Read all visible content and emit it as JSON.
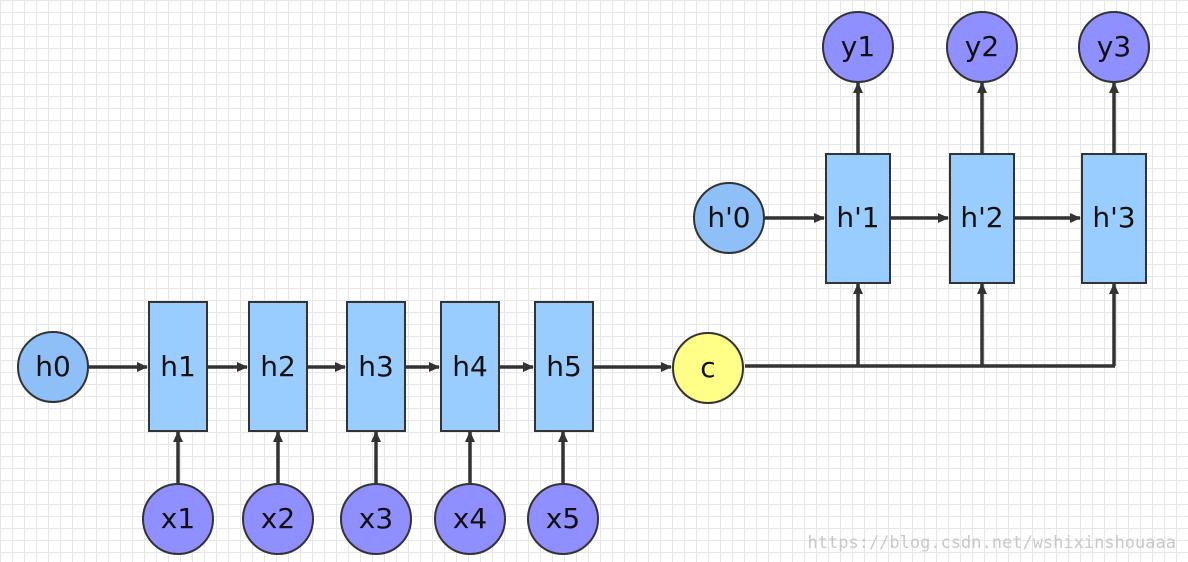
{
  "colors": {
    "cell_fill": "#99ccff",
    "state_fill": "#8fbff7",
    "input_fill": "#8f8fff",
    "context_fill": "#ffff88",
    "stroke": "#333333"
  },
  "encoder": {
    "initial_state": "h0",
    "cells": [
      "h1",
      "h2",
      "h3",
      "h4",
      "h5"
    ],
    "inputs": [
      "x1",
      "x2",
      "x3",
      "x4",
      "x5"
    ]
  },
  "context": "c",
  "decoder": {
    "initial_state": "h'0",
    "cells": [
      "h'1",
      "h'2",
      "h'3"
    ],
    "outputs": [
      "y1",
      "y2",
      "y3"
    ]
  },
  "watermark": "https://blog.csdn.net/wshixinshouaaa"
}
